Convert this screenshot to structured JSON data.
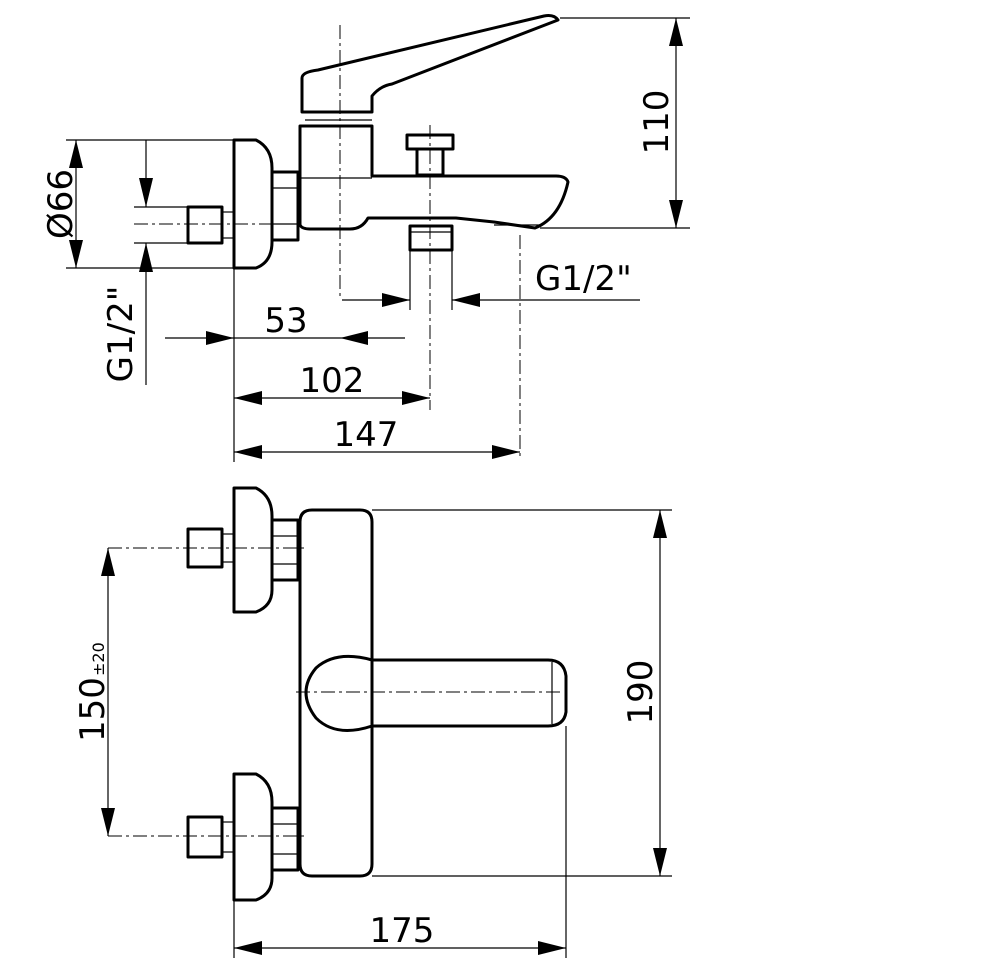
{
  "dimensions": {
    "diameter": "Ø66",
    "height_top": "110",
    "thread_left": "G1/2\"",
    "thread_right": "G1/2\"",
    "depth_53": "53",
    "depth_102": "102",
    "depth_147": "147",
    "spacing_main": "150",
    "spacing_tol": "±20",
    "height_front": "190",
    "width_front": "175"
  }
}
